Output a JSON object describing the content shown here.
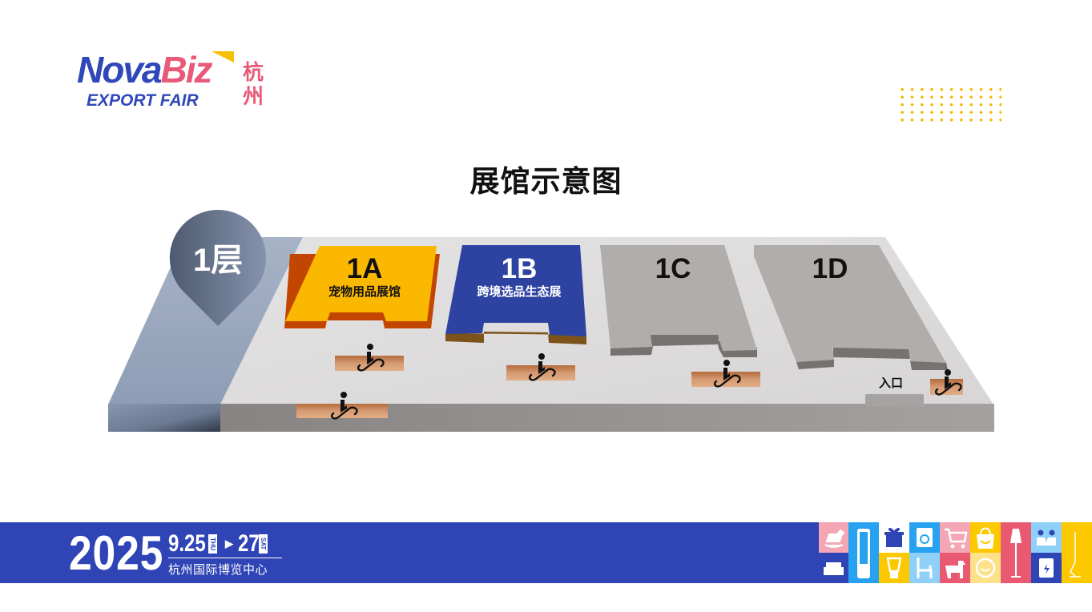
{
  "logo": {
    "brand_primary": "Nova",
    "brand_secondary": "Biz",
    "subtitle": "EXPORT FAIR",
    "city": "杭州",
    "colors": {
      "blue": "#2f47b8",
      "pink": "#e85a78",
      "yellow": "#f5c000"
    }
  },
  "page_title": "展馆示意图",
  "floor_plan": {
    "floor_label": "1层",
    "halls": [
      {
        "code": "1A",
        "name": "宠物用品展馆",
        "color": "#fbb800",
        "edge_color": "#c24600",
        "text_color": "#111111"
      },
      {
        "code": "1B",
        "name": "跨境选品生态展",
        "color": "#2e43a1",
        "edge_color": "#7b531b",
        "text_color": "#ffffff"
      },
      {
        "code": "1C",
        "name": "",
        "color": "#b0adab",
        "edge_color": "#767270",
        "text_color": "#111111"
      },
      {
        "code": "1D",
        "name": "",
        "color": "#b0adab",
        "edge_color": "#767270",
        "text_color": "#111111"
      }
    ],
    "entrance_label": "入口",
    "escalator_icon": "escalator-icon",
    "escalator_count": 5
  },
  "footer": {
    "year": "2025",
    "start_date": "9.25",
    "start_day": "THU",
    "end_date": "27",
    "end_day": "SAT",
    "arrow_icon": "play-arrow-icon",
    "venue": "杭州国际博览中心",
    "bg_color": "#2f45b6",
    "tiles": [
      {
        "icon": "rocking-horse-icon",
        "color": "#f4a6b4"
      },
      {
        "icon": "armchair-icon",
        "color": "#2f45b6"
      },
      {
        "icon": "air-purifier-icon",
        "color": "#26a2f0"
      },
      {
        "icon": "gift-icon",
        "color": "#ffffff"
      },
      {
        "icon": "blender-icon",
        "color": "#fcc800"
      },
      {
        "icon": "washing-machine-icon",
        "color": "#26a2f0"
      },
      {
        "icon": "chair-icon",
        "color": "#8fd0f8"
      },
      {
        "icon": "shopping-cart-icon",
        "color": "#f4a6b4"
      },
      {
        "icon": "dog-icon",
        "color": "#e95a72"
      },
      {
        "icon": "shopping-bag-icon",
        "color": "#fcc800"
      },
      {
        "icon": "chat-smile-icon",
        "color": "#fde28a"
      },
      {
        "icon": "floor-lamp-icon",
        "color": "#e95a72"
      },
      {
        "icon": "people-icon",
        "color": "#8fd0f8"
      },
      {
        "icon": "power-station-icon",
        "color": "#2f45b6"
      },
      {
        "icon": "desk-lamp-icon",
        "color": "#fcc800"
      }
    ]
  }
}
